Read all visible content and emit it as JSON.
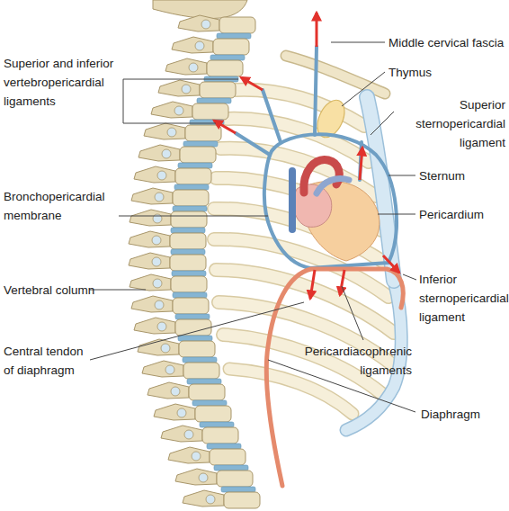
{
  "diagram": {
    "labels": [
      "Middle cervical fascia",
      "Superior and inferior vertebropericardial ligaments",
      "Thymus",
      "Superior sternopericardial ligament",
      "Sternum",
      "Bronchopericardial membrane",
      "Pericardium",
      "Vertebral column",
      "Inferior sternopericardial ligament",
      "Central tendon of diaphragm",
      "Pericardiacophrenic ligaments",
      "Diaphragm"
    ]
  }
}
